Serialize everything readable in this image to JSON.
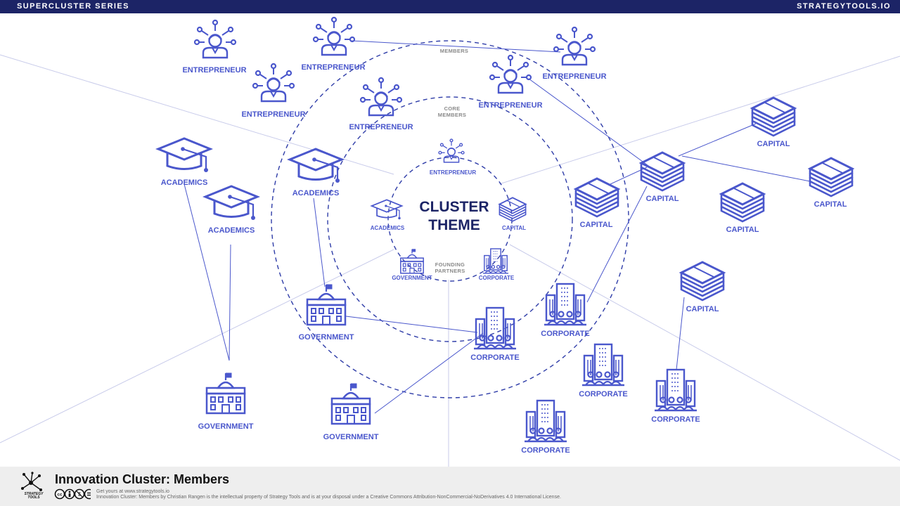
{
  "header": {
    "left": "SUPERCLUSTER SERIES",
    "right": "STRATEGYTOOLS.IO"
  },
  "diagram": {
    "center_lines": [
      "CLUSTER",
      "THEME"
    ],
    "zones": {
      "founding": [
        "FOUNDING",
        "PARTNERS"
      ],
      "core": [
        "CORE",
        "MEMBERS"
      ],
      "members": [
        "MEMBERS"
      ]
    },
    "labels": {
      "entrepreneur": "ENTREPRENEUR",
      "academics": "ACADEMICS",
      "capital": "CAPITAL",
      "government": "GOVERNMENT",
      "corporate": "CORPORATE"
    },
    "colors": {
      "accent": "#4a57cc",
      "dark": "#1c2466",
      "muted": "#8a8a8a"
    }
  },
  "footer": {
    "title": "Innovation Cluster: Members",
    "link": "Get yours at www.strategytools.io",
    "license": "Innovation Cluster: Members by Christian Rangen is the intellectual property of Strategy Tools and is at your disposal under a Creative Commons Attribution-NonCommercial-NoDerivatives 4.0 International License.",
    "logo_text": [
      "STRATEGY",
      "TOOLS"
    ]
  }
}
